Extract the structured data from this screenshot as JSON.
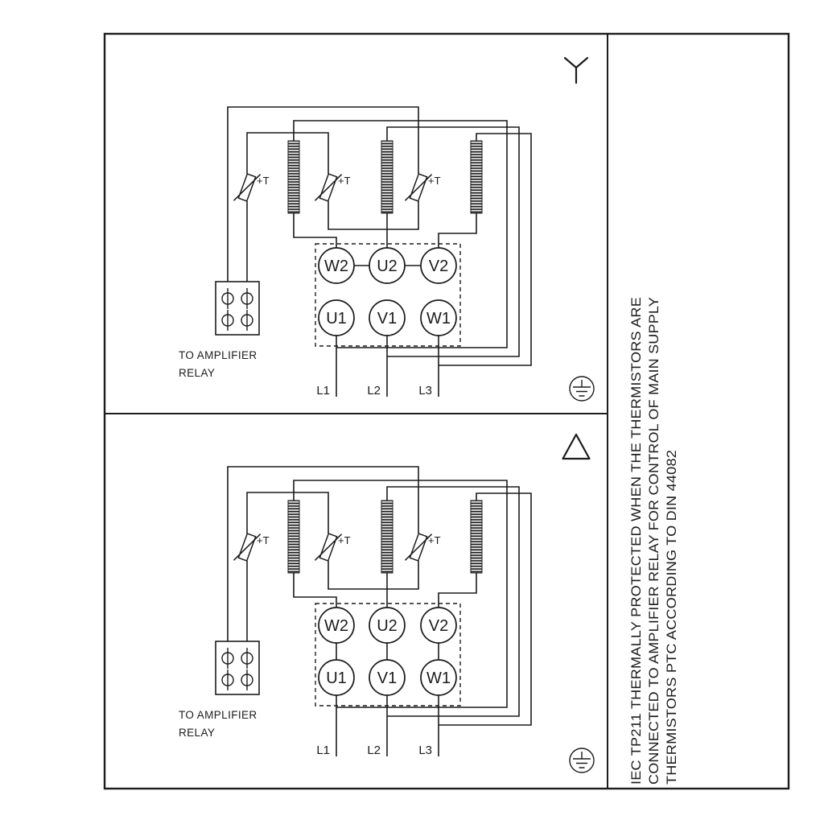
{
  "colors": {
    "ink": "#1c1c1c",
    "paper": "#ffffff"
  },
  "panels": [
    {
      "connection_icon": "wye-icon",
      "terminals": {
        "top": [
          "W2",
          "U2",
          "V2"
        ],
        "bottom": [
          "U1",
          "V1",
          "W1"
        ]
      },
      "thermistor_labels": [
        "+T",
        "+T",
        "+T"
      ],
      "relay_caption": [
        "TO AMPLIFIER",
        "RELAY"
      ],
      "supply": [
        "L1",
        "L2",
        "L3"
      ],
      "earth_icon": "protective-earth-icon"
    },
    {
      "connection_icon": "delta-icon",
      "terminals": {
        "top": [
          "W2",
          "U2",
          "V2"
        ],
        "bottom": [
          "U1",
          "V1",
          "W1"
        ]
      },
      "thermistor_labels": [
        "+T",
        "+T",
        "+T"
      ],
      "relay_caption": [
        "TO AMPLIFIER",
        "RELAY"
      ],
      "supply": [
        "L1",
        "L2",
        "L3"
      ],
      "earth_icon": "protective-earth-icon"
    }
  ],
  "side_note": {
    "lines": [
      "IEC TP211 THERMALLY PROTECTED WHEN THE THERMISTORS ARE",
      "CONNECTED TO AMPLIFIER RELAY FOR CONTROL OF MAIN SUPPLY",
      "THERMISTORS PTC ACCORDING TO DIN 44082"
    ]
  }
}
